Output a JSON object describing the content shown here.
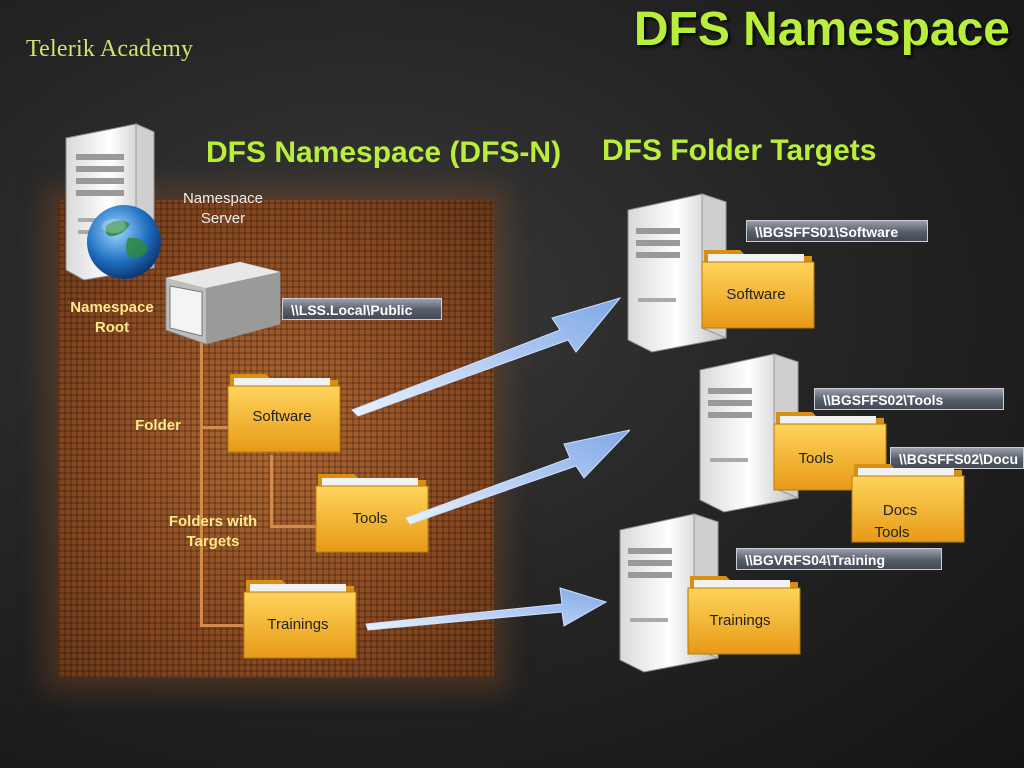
{
  "header": {
    "logo": "Telerik Academy",
    "title": "DFS Namespace",
    "left_heading": "DFS Namespace (DFS-N)",
    "right_heading": "DFS Folder Targets"
  },
  "namespace": {
    "server_label_line1": "Namespace",
    "server_label_line2": "Server",
    "root_label_line1": "Namespace",
    "root_label_line2": "Root",
    "root_path": "\\\\LSS.Local\\Public",
    "folder_label": "Folder",
    "targets_label_line1": "Folders with",
    "targets_label_line2": "Targets",
    "folders": [
      "Software",
      "Tools",
      "Trainings"
    ]
  },
  "targets": {
    "software_path": "\\\\BGSFFS01\\Software",
    "software_folder": "Software",
    "tools_path": "\\\\BGSFFS02\\Tools",
    "tools_folder": "Tools",
    "docs_path": "\\\\BGSFFS02\\Docu",
    "docs_folder_line1": "Docs",
    "docs_folder_line2": "Tools",
    "training_path": "\\\\BGVRFS04\\Training",
    "training_folder": "Trainings"
  },
  "colors": {
    "accent": "#b9ef3a",
    "folder": "#f2ae24",
    "arrow": "#a9c8f2"
  }
}
